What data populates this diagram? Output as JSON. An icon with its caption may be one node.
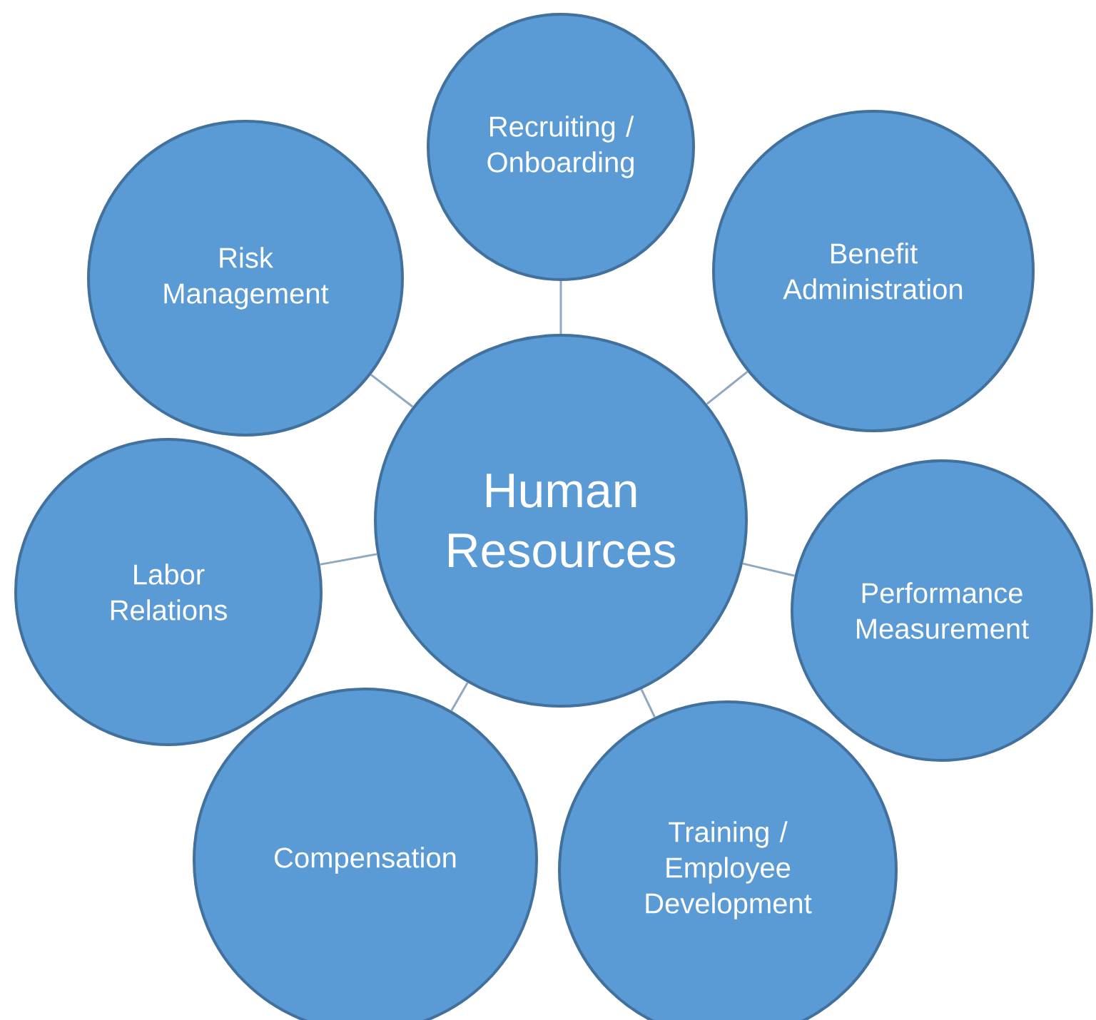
{
  "diagram": {
    "nodes": [
      {
        "text": [
          "Human Resources"
        ]
      },
      {
        "text": [
          "Recruiting / Onboarding"
        ]
      },
      {
        "text": [
          "Benefit Administration"
        ]
      },
      {
        "text": [
          "Performance Measurement"
        ]
      },
      {
        "text": [
          "Training / Employee Development"
        ]
      },
      {
        "text": [
          "Compensation"
        ]
      },
      {
        "text": [
          "Labor Relations"
        ]
      },
      {
        "text": [
          "Risk Management"
        ]
      }
    ],
    "edges": [
      {
        "from": 0,
        "to": 1,
        "arrow": "none"
      },
      {
        "from": 0,
        "to": 2,
        "arrow": "none"
      },
      {
        "from": 0,
        "to": 3,
        "arrow": "none"
      },
      {
        "from": 0,
        "to": 4,
        "arrow": "none"
      },
      {
        "from": 0,
        "to": 5,
        "arrow": "none"
      },
      {
        "from": 0,
        "to": 6,
        "arrow": "none"
      },
      {
        "from": 0,
        "to": 7,
        "arrow": "none"
      }
    ]
  }
}
